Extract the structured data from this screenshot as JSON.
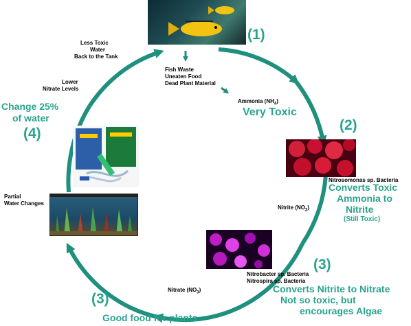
{
  "colors": {
    "cycle": "#1f8f7e",
    "label_green": "#2aa38f",
    "arrow_small": "#1f8f7e",
    "bacteria_red": "#c8102e",
    "bacteria_purple": "#b000b0",
    "water": "#1b4a66"
  },
  "steps": {
    "step1": {
      "number": "(1)",
      "source_lines": [
        "Fish Waste",
        "Uneaten Food",
        "Dead Plant Material"
      ],
      "ammonia_label": "Ammonia (NH",
      "ammonia_sub": "4",
      "ammonia_close": ")",
      "ammonia_note": "Very Toxic"
    },
    "step2": {
      "number": "(2)",
      "bacteria": "Nitrosomonas sp. Bacteria",
      "note_lines": [
        "Converts Toxic",
        "Ammonia to",
        "Nitrite"
      ],
      "note_small": "(Still Toxic)",
      "nitrite_label": "Nitrite (NO",
      "nitrite_sub": "2",
      "nitrite_close": ")"
    },
    "step3_bacteria": {
      "number": "(3)",
      "bacteria_lines": [
        "Nitrobacter sp. Bacteria",
        "Nitrospira sp. Bacteria"
      ],
      "note_lines": [
        "Converts Nitrite to Nitrate",
        "Not so toxic, but",
        "encourages Algae"
      ]
    },
    "step3_nitrate": {
      "number": "(3)",
      "nitrate_label": "Nitrate (NO",
      "nitrate_sub": "3",
      "nitrate_close": ")",
      "note": "Good food for plants"
    },
    "step4": {
      "number": "(4)",
      "note_lines": [
        "Change 25%",
        "of water"
      ],
      "partial_lines": [
        "Partial",
        "Water Changes"
      ],
      "lower_lines": [
        "Lower",
        "Nitrate Levels"
      ],
      "less_toxic_lines": [
        "Less Toxic",
        "Water",
        "Back to the Tank"
      ]
    }
  },
  "icons": {
    "fish_photo": "fish-photo-icon",
    "red_bacteria_photo": "nitrosomonas-bacteria-photo-icon",
    "purple_bacteria_photo": "nitrobacter-bacteria-photo-icon",
    "siphon_photo": "gravel-vacuum-kit-photo-icon",
    "aquarium_photo": "planted-aquarium-photo-icon"
  }
}
